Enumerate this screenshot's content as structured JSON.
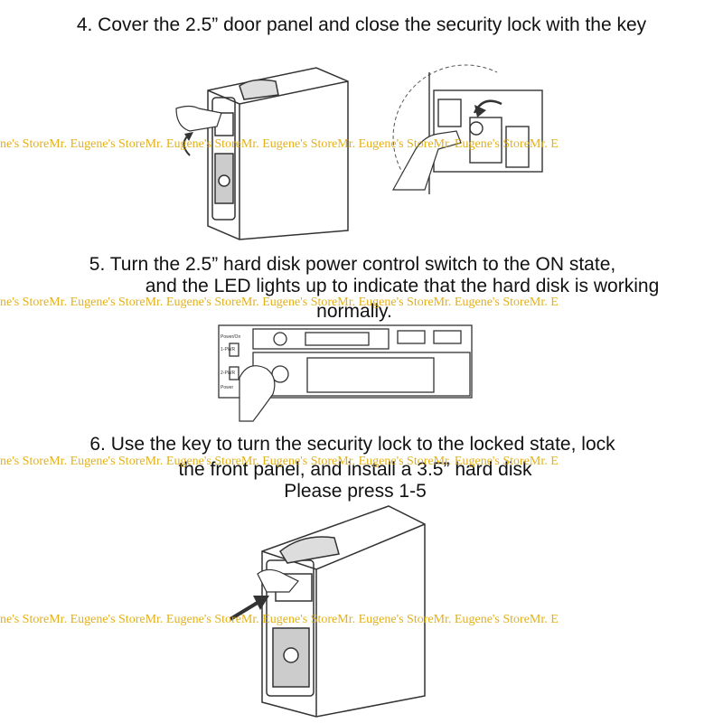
{
  "steps": [
    {
      "title": "4. Cover the 2.5” door panel and close the security lock with the key"
    },
    {
      "line1": "5. Turn the 2.5” hard disk power control switch to the ON state,",
      "line2": "and the LED lights up to indicate that the hard disk is working",
      "line3": "normally."
    },
    {
      "line1": "6. Use the key to turn the security lock to the locked state, lock",
      "line2": "the front panel, and install a 3.5” hard disk",
      "line3": "Please press 1-5"
    }
  ],
  "panel_labels": {
    "power_on": "Power/On",
    "bay_top": "1-PWR",
    "bay_bottom": "2-PWR",
    "power_bottom": "Power"
  },
  "watermark": "ne's StoreMr. Eugene's StoreMr. Eugene's StoreMr. Eugene's StoreMr. Eugene's StoreMr. Eugene's StoreMr. E",
  "colors": {
    "text": "#111111",
    "watermark": "#e0a800",
    "line": "#333333"
  }
}
